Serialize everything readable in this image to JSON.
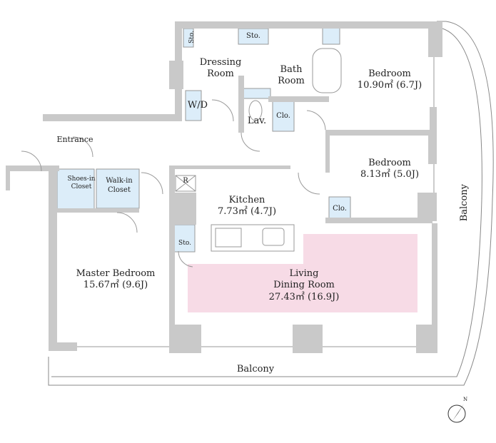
{
  "colors": {
    "wall": "#c9c9c9",
    "closet": "#dcedf9",
    "ldr": "#f7dbe6",
    "line": "#888888"
  },
  "rooms": {
    "dressing": {
      "name1": "Dressing",
      "name2": "Room"
    },
    "bath": {
      "name1": "Bath",
      "name2": "Room"
    },
    "sto_small": "Sto.",
    "sto_top": "Sto.",
    "wd": "W/D",
    "lav": "Lav.",
    "clo1": "Clo.",
    "clo2": "Clo.",
    "bedroom1": {
      "name": "Bedroom",
      "area": "10.90㎡ (6.7J)"
    },
    "bedroom2": {
      "name": "Bedroom",
      "area": "8.13㎡ (5.0J)"
    },
    "entrance": "Entrance",
    "shoes": {
      "name1": "Shoes-in",
      "name2": "Closet"
    },
    "walkin": {
      "name1": "Walk-in",
      "name2": "Closet"
    },
    "refrigerator": "R",
    "kitchen": {
      "name": "Kitchen",
      "area": "7.73㎡ (4.7J)"
    },
    "sto_kitchen": "Sto.",
    "master": {
      "name": "Master Bedroom",
      "area": "15.67㎡ (9.6J)"
    },
    "ldr": {
      "name1": "Living",
      "name2": "Dining Room",
      "area": "27.43㎡ (16.9J)"
    },
    "balcony_right": "Balcony",
    "balcony_bottom": "Balcony"
  },
  "compass": {
    "label": "N"
  }
}
